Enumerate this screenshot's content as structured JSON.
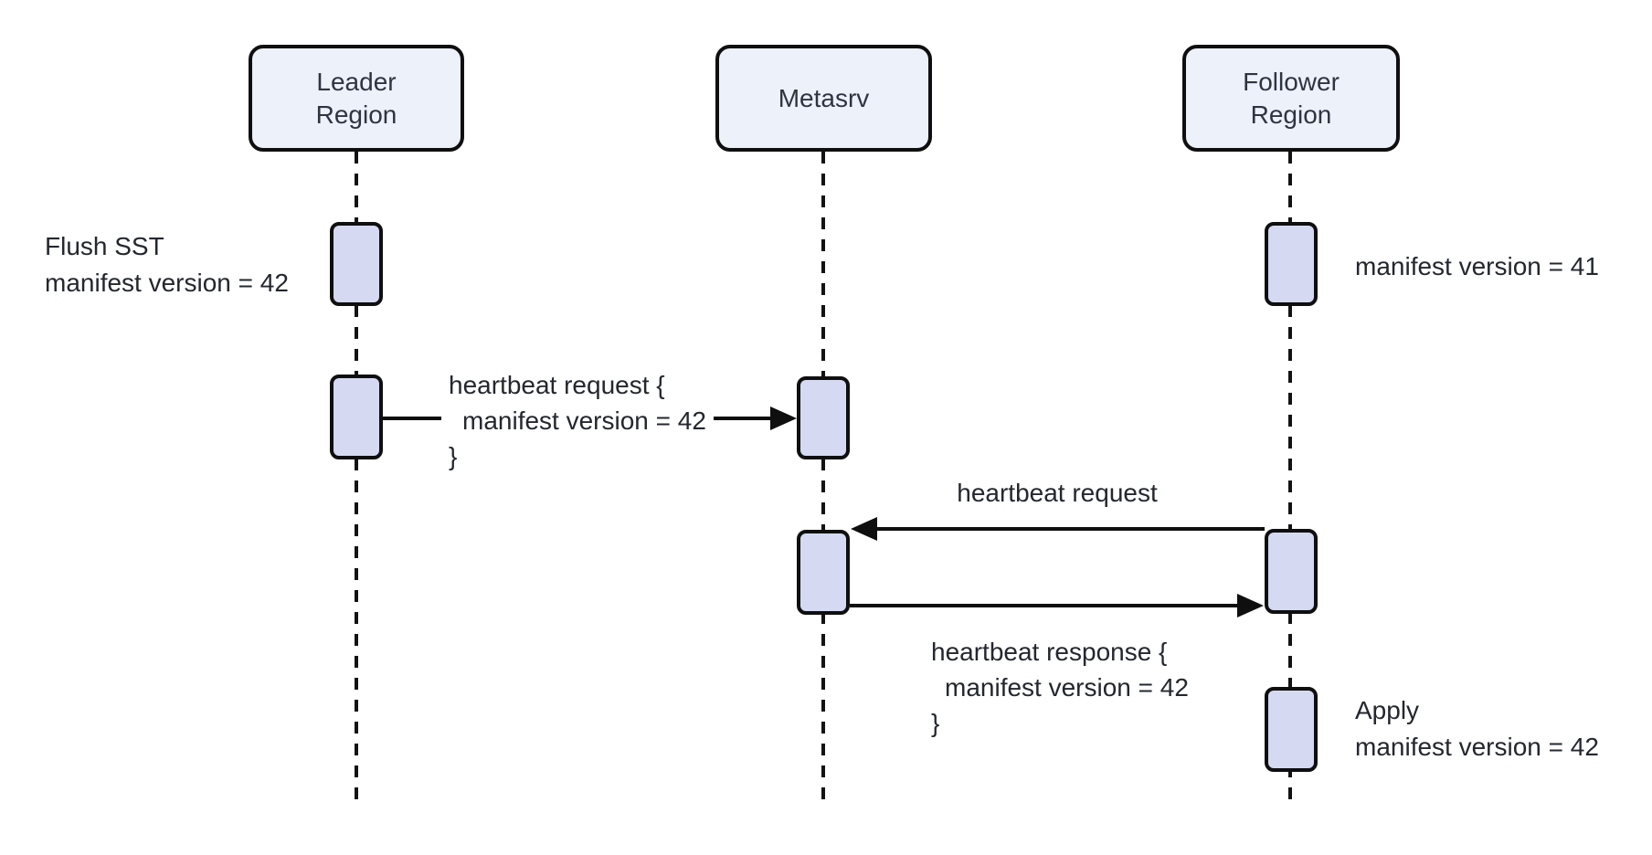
{
  "diagram": {
    "type": "sequence-diagram",
    "participants": [
      {
        "id": "leader-region",
        "lines": [
          "Leader",
          "Region"
        ]
      },
      {
        "id": "metasrv",
        "lines": [
          "Metasrv"
        ]
      },
      {
        "id": "follower-region",
        "lines": [
          "Follower",
          "Region"
        ]
      }
    ],
    "messages": {
      "m1": {
        "from": "leader-region",
        "to": "metasrv",
        "lines": [
          "heartbeat request {",
          "manifest version = 42",
          "}"
        ]
      },
      "m2": {
        "from": "follower-region",
        "to": "metasrv",
        "lines": [
          "heartbeat request"
        ]
      },
      "m3": {
        "from": "metasrv",
        "to": "follower-region",
        "lines": [
          "heartbeat response {",
          "manifest version = 42",
          "}"
        ]
      }
    },
    "notes": {
      "flush_sst": {
        "side": "leader-region",
        "lines": [
          "Flush SST",
          "manifest version = 42"
        ]
      },
      "manifest_v41": {
        "side": "follower-region",
        "lines": [
          "manifest version = 41"
        ]
      },
      "apply": {
        "side": "follower-region",
        "lines": [
          "Apply",
          "manifest version = 42"
        ]
      }
    },
    "colors": {
      "background": "#ffffff",
      "participant_fill": "#edf1fa",
      "activation_fill": "#d5d9f2",
      "stroke": "#0f0f10",
      "text": "#23272e"
    }
  }
}
